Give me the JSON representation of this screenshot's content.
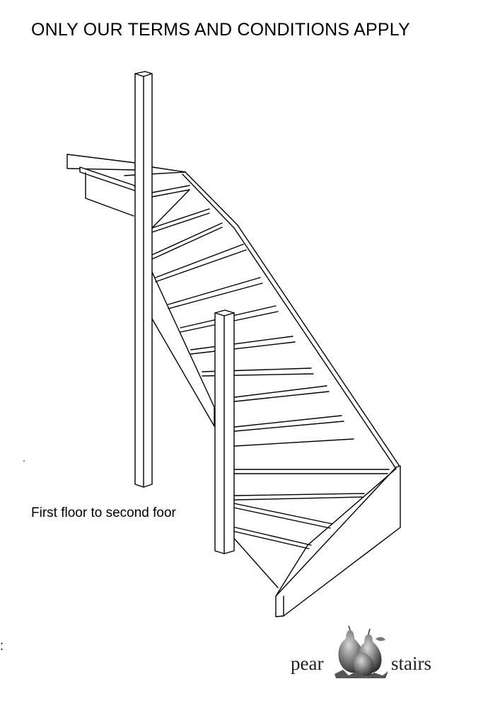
{
  "header": {
    "title": "ONLY OUR TERMS AND CONDITIONS APPLY"
  },
  "drawing": {
    "caption": "First floor to second foor"
  },
  "logo": {
    "word_left": "pear",
    "word_right": "stairs"
  },
  "edge_mark": ":",
  "colors": {
    "line": "#000000",
    "background": "#ffffff",
    "pear_fill": "#6b6b6b"
  }
}
